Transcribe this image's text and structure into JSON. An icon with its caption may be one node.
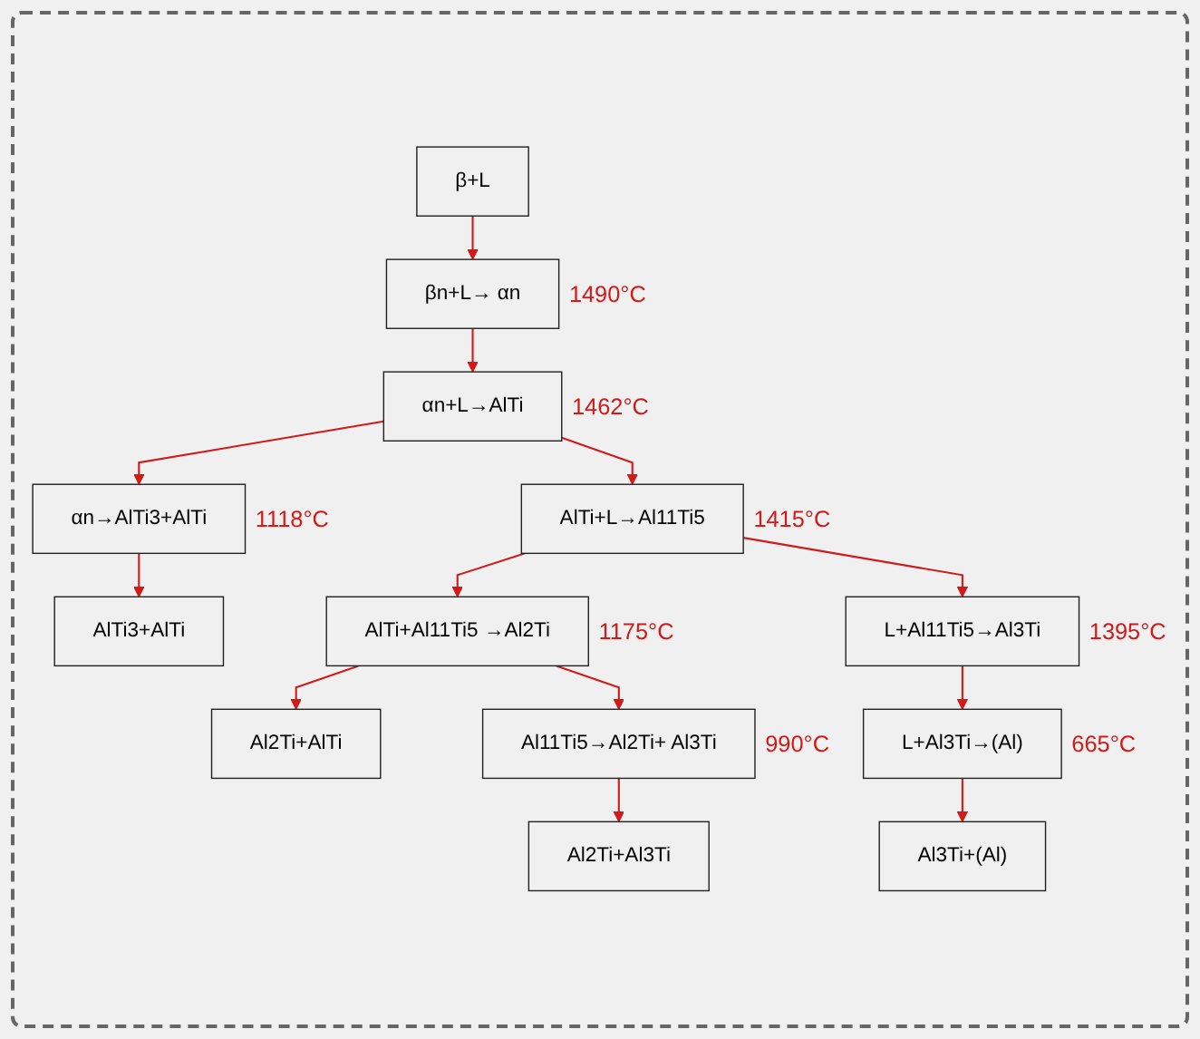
{
  "diagram": {
    "nodes": [
      {
        "text": [
          "β+L"
        ]
      },
      {
        "text": [
          "βn+L→ αn"
        ],
        "beside": [
          "1490°C"
        ]
      },
      {
        "text": [
          "αn+L→AlTi"
        ],
        "beside": [
          "1462°C"
        ]
      },
      {
        "text": [
          "AlTi+L→Al11Ti5"
        ],
        "beside": [
          "1415°C"
        ]
      },
      {
        "text": [
          "L+Al11Ti5→Al3Ti"
        ],
        "beside": [
          "1395°C"
        ]
      },
      {
        "text": [
          "AlTi+Al11Ti5 →Al2Ti"
        ],
        "beside": [
          "1175°C"
        ]
      },
      {
        "text": [
          "αn→AlTi3+AlTi"
        ],
        "beside": [
          "1118°C"
        ]
      },
      {
        "text": [
          "Al11Ti5→Al2Ti+ Al3Ti"
        ],
        "beside": [
          "990°C"
        ]
      },
      {
        "text": [
          "L+Al3Ti→(Al)"
        ],
        "beside": [
          "665°C"
        ]
      },
      {
        "text": [
          "AlTi3+AlTi"
        ]
      },
      {
        "text": [
          "Al2Ti+AlTi"
        ]
      },
      {
        "text": [
          "Al2Ti+Al3Ti"
        ]
      },
      {
        "text": [
          "Al3Ti+(Al)"
        ]
      }
    ],
    "edges": [
      {
        "from": 0,
        "to": 1,
        "arrow": "to"
      },
      {
        "from": 1,
        "to": 2,
        "arrow": "to"
      },
      {
        "from": 2,
        "to": 6,
        "arrow": "to"
      },
      {
        "from": 2,
        "to": 3,
        "arrow": "to"
      },
      {
        "from": 3,
        "to": 5,
        "arrow": "to"
      },
      {
        "from": 3,
        "to": 4,
        "arrow": "to"
      },
      {
        "from": 4,
        "to": 8,
        "arrow": "to"
      },
      {
        "from": 5,
        "to": 10,
        "arrow": "to"
      },
      {
        "from": 5,
        "to": 7,
        "arrow": "to"
      },
      {
        "from": 6,
        "to": 9,
        "arrow": "to"
      },
      {
        "from": 7,
        "to": 11,
        "arrow": "to"
      },
      {
        "from": 8,
        "to": 12,
        "arrow": "to"
      }
    ]
  }
}
